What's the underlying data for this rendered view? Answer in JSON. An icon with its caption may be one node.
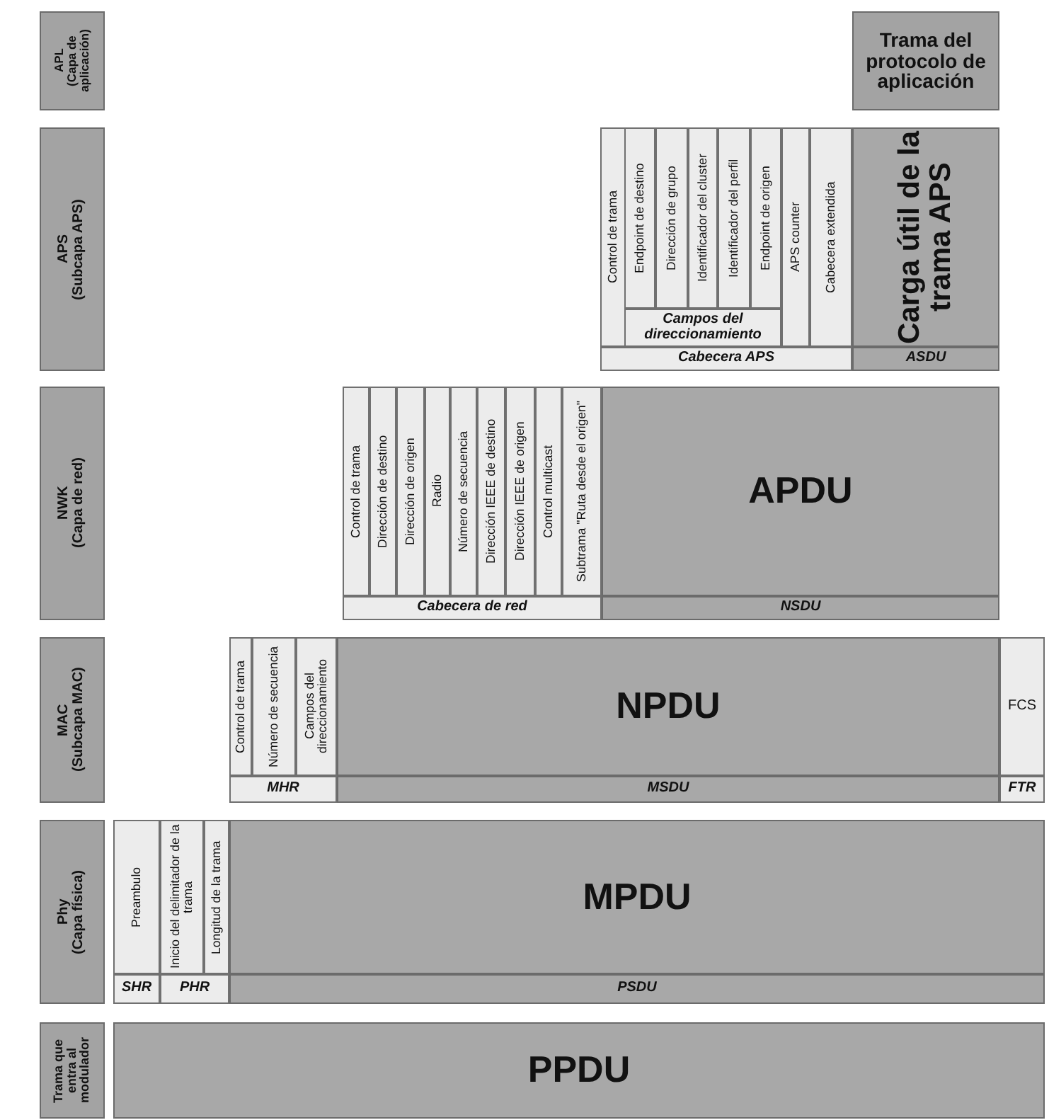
{
  "diagram": {
    "nodes": [
      {
        "text": [
          "APL",
          "(Capa de aplicación)"
        ]
      },
      {
        "text": [
          "Trama del protocolo de aplicación"
        ]
      },
      {
        "text": [
          "APS",
          "(Subcapa APS)"
        ]
      },
      {
        "text": [
          "Control de trama"
        ]
      },
      {
        "text": [
          "Endpoint de destino"
        ]
      },
      {
        "text": [
          "Dirección de grupo"
        ]
      },
      {
        "text": [
          "Identificador del cluster"
        ]
      },
      {
        "text": [
          "Identificador del perfil"
        ]
      },
      {
        "text": [
          "Endpoint de origen"
        ]
      },
      {
        "text": [
          "APS counter"
        ]
      },
      {
        "text": [
          "Cabecera extendida"
        ]
      },
      {
        "text": [
          "Carga útil de la trama APS"
        ]
      },
      {
        "text": [
          "Campos del direccionamiento"
        ]
      },
      {
        "text": [
          "Cabecera APS"
        ]
      },
      {
        "text": [
          "ASDU"
        ]
      },
      {
        "text": [
          "NWK",
          "(Capa de red)"
        ]
      },
      {
        "text": [
          "Control de trama"
        ]
      },
      {
        "text": [
          "Dirección de destino"
        ]
      },
      {
        "text": [
          "Dirección de origen"
        ]
      },
      {
        "text": [
          "Radio"
        ]
      },
      {
        "text": [
          "Número de secuencia"
        ]
      },
      {
        "text": [
          "Dirección IEEE de destino"
        ]
      },
      {
        "text": [
          "Dirección IEEE de origen"
        ]
      },
      {
        "text": [
          "Control multicast"
        ]
      },
      {
        "text": [
          "Subtrama \"Ruta desde el origen\""
        ]
      },
      {
        "text": [
          "APDU"
        ]
      },
      {
        "text": [
          "Cabecera de red"
        ]
      },
      {
        "text": [
          "NSDU"
        ]
      },
      {
        "text": [
          "MAC",
          "(Subcapa MAC)"
        ]
      },
      {
        "text": [
          "Control de trama"
        ]
      },
      {
        "text": [
          "Número de secuencia"
        ]
      },
      {
        "text": [
          "Campos del direccionamiento"
        ]
      },
      {
        "text": [
          "NPDU"
        ]
      },
      {
        "text": [
          "FCS"
        ]
      },
      {
        "text": [
          "MHR"
        ]
      },
      {
        "text": [
          "MSDU"
        ]
      },
      {
        "text": [
          "FTR"
        ]
      },
      {
        "text": [
          "Phy",
          "(Capa física)"
        ]
      },
      {
        "text": [
          "Preambulo"
        ]
      },
      {
        "text": [
          "Inicio del delimitador de la trama"
        ]
      },
      {
        "text": [
          "Longitud de la trama"
        ]
      },
      {
        "text": [
          "MPDU"
        ]
      },
      {
        "text": [
          "SHR"
        ]
      },
      {
        "text": [
          "PHR"
        ]
      },
      {
        "text": [
          "PSDU"
        ]
      },
      {
        "text": [
          "Trama que entra al modulador"
        ]
      },
      {
        "text": [
          "PPDU"
        ]
      }
    ]
  }
}
